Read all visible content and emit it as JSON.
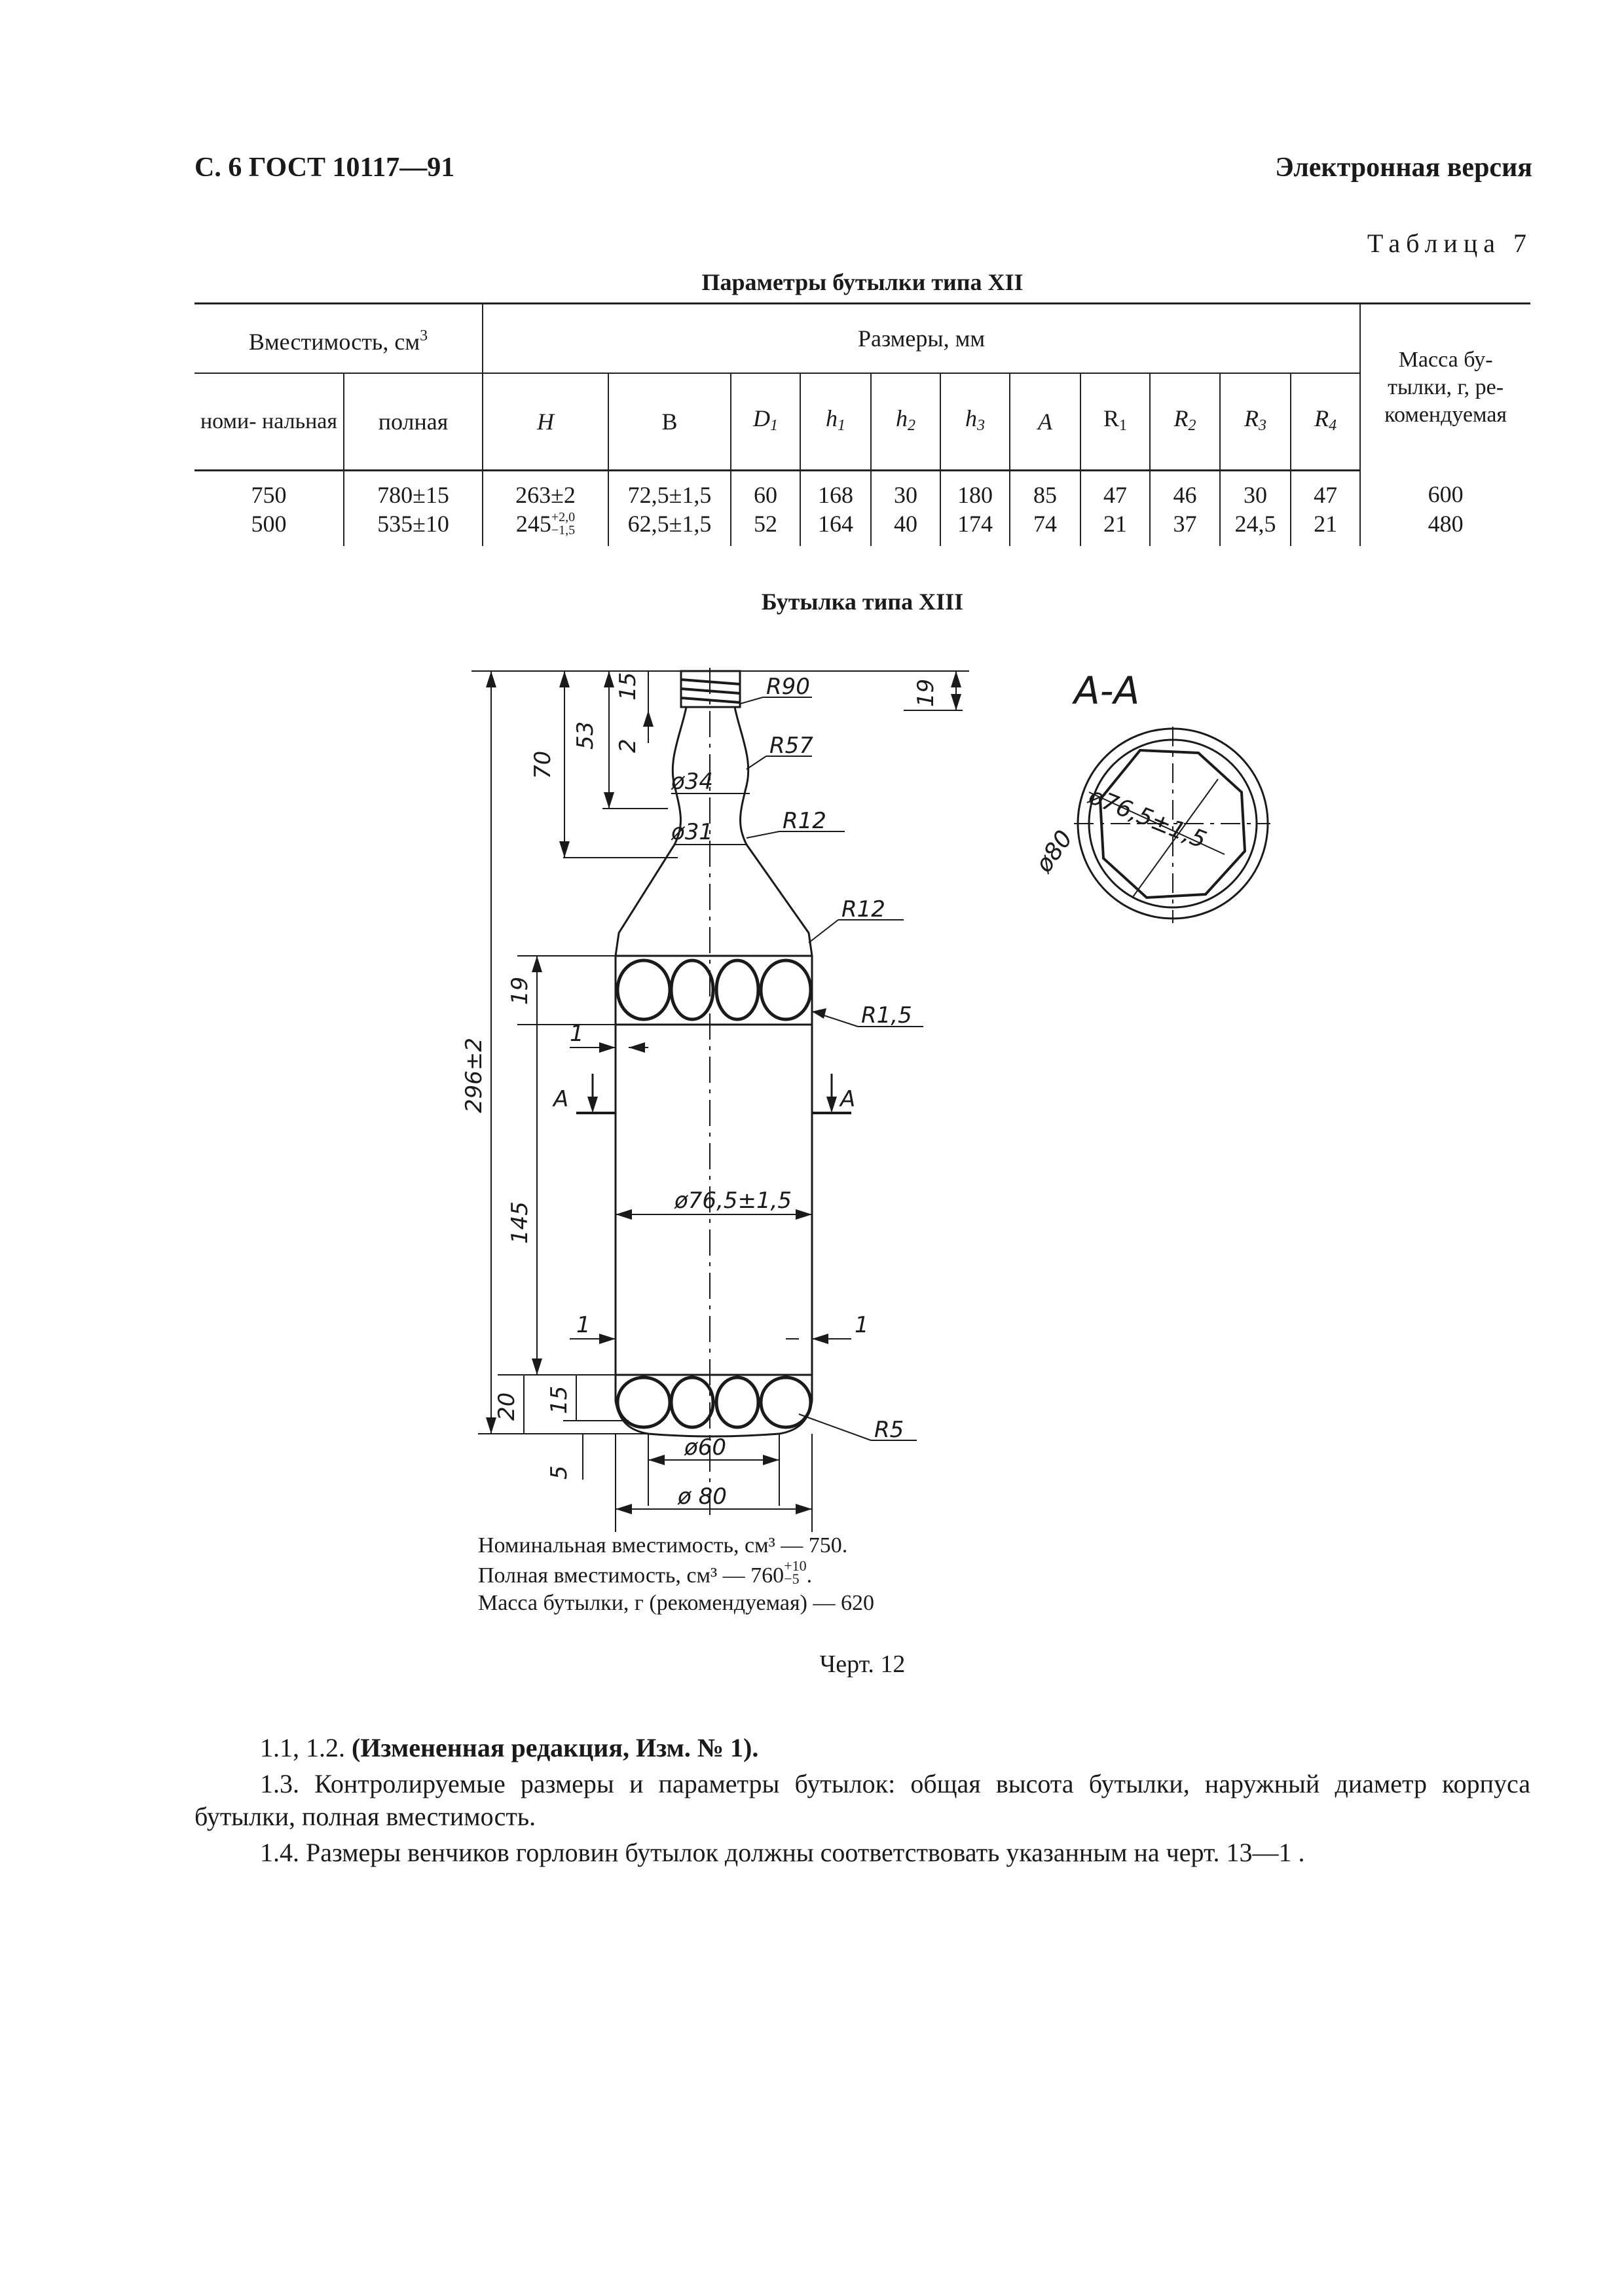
{
  "header": {
    "left": "С. 6 ГОСТ 10117—91",
    "right": "Электронная версия"
  },
  "table": {
    "caption": "Таблица 7",
    "title": "Параметры бутылки типа XII",
    "group_capacity": "Вместимость, см",
    "group_capacity_sup": "3",
    "group_sizes": "Размеры, мм",
    "mass_header": "Масса бу- тылки, г, ре- комендуемая",
    "sub_headers": {
      "nominal": "номи- нальная",
      "full": "полная",
      "H": "H",
      "B": "B",
      "D1": "D",
      "D1_sub": "1",
      "h1": "h",
      "h1_sub": "1",
      "h2": "h",
      "h2_sub": "2",
      "h3": "h",
      "h3_sub": "3",
      "A": "A",
      "R1": "R",
      "R1_sub": "1",
      "R2": "R",
      "R2_sub": "2",
      "R3": "R",
      "R3_sub": "3",
      "R4": "R",
      "R4_sub": "4"
    },
    "rows": [
      {
        "nominal": "750",
        "full": "780±15",
        "H": "263±2",
        "H_tol_up": "",
        "H_tol_down": "",
        "B": "72,5±1,5",
        "D1": "60",
        "h1": "168",
        "h2": "30",
        "h3": "180",
        "A": "85",
        "R1": "47",
        "R2": "46",
        "R3": "30",
        "R4": "47",
        "mass": "600"
      },
      {
        "nominal": "500",
        "full": "535±10",
        "H": "245",
        "H_tol_up": "+2,0",
        "H_tol_down": "−1,5",
        "B": "62,5±1,5",
        "D1": "52",
        "h1": "164",
        "h2": "40",
        "h3": "174",
        "A": "74",
        "R1": "21",
        "R2": "37",
        "R3": "24,5",
        "R4": "21",
        "mass": "480"
      }
    ]
  },
  "drawing": {
    "title": "Бутылка типа XIII",
    "section_label": "А-А",
    "dims": {
      "d296": "296±2",
      "d70": "70",
      "d53": "53",
      "d15top": "15",
      "d2": "2",
      "d19top": "19",
      "r90": "R90",
      "r57": "R57",
      "phi34": "ø34",
      "phi31": "ø31",
      "r12a": "R12",
      "r12b": "R12",
      "d19": "19",
      "r15": "R1,5",
      "d1a": "1",
      "arrowA_left": "A",
      "arrowA_right": "A",
      "phi765": "ø76,5±1,5",
      "d145": "145",
      "d1b": "1",
      "d1c": "1",
      "d20": "20",
      "d15": "15",
      "d5": "5",
      "r5": "R5",
      "phi60": "ø60",
      "phi80": "ø 80",
      "sec_phi765": "ø76,5±1,5",
      "sec_phi80": "ø80"
    },
    "notes": {
      "nominal": "Номинальная вместимость, см³ — 750.",
      "full_prefix": "Полная вместимость, см³ — 760",
      "full_tol_up": "+10",
      "full_tol_down": "−5",
      "full_suffix": ".",
      "mass": "Масса бутылки, г (рекомендуемая) — 620"
    },
    "caption": "Черт. 12"
  },
  "paragraphs": [
    {
      "lead": "1.1, 1.2. ",
      "bold": "(Измененная редакция, Изм. № 1)."
    },
    {
      "text": "1.3. Контролируемые размеры и параметры бутылок: общая высота бутылки, наружный диаметр корпуса бутылки, полная вместимость."
    },
    {
      "text": "1.4. Размеры венчиков горловин бутылок должны соответствовать указанным на черт. 13—1 ."
    }
  ]
}
